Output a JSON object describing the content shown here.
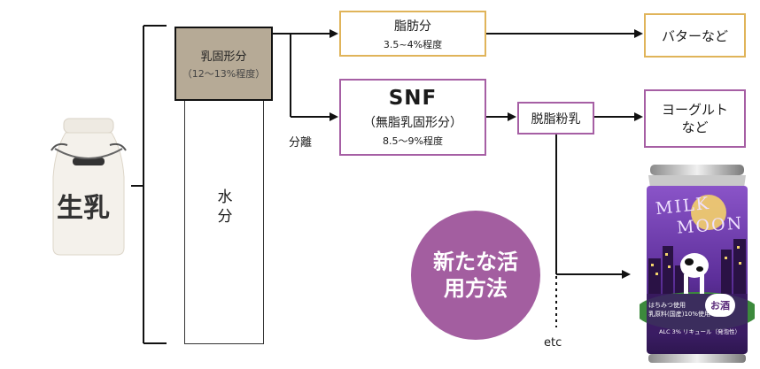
{
  "milk": {
    "label": "生乳"
  },
  "separation": {
    "solids_label": "乳固形分",
    "solids_range": "（12〜13%程度）",
    "water_label": "水分",
    "separate_label": "分離"
  },
  "fat": {
    "name": "脂肪分",
    "range": "3.5~4%程度",
    "product": "バターなど"
  },
  "snf": {
    "abbr": "SNF",
    "name": "（無脂乳固形分）",
    "range": "8.5〜9%程度",
    "skim": "脱脂粉乳",
    "product": "ヨーグルト\nなど",
    "etc": "etc"
  },
  "new_use": {
    "label": "新たな活用方法"
  },
  "can": {
    "logo_line1": "MILK",
    "logo_line2": "MOON",
    "badge": "お酒",
    "text_line1": "はちみつ使用",
    "text_line2": "乳原料(国産)10%使用",
    "alc": "ALC 3% リキュール（発泡性）"
  },
  "colors": {
    "gold": "#e0b45a",
    "purple": "#a65fa4",
    "circle": "#a35ea0",
    "solids": "#b6aa96"
  }
}
